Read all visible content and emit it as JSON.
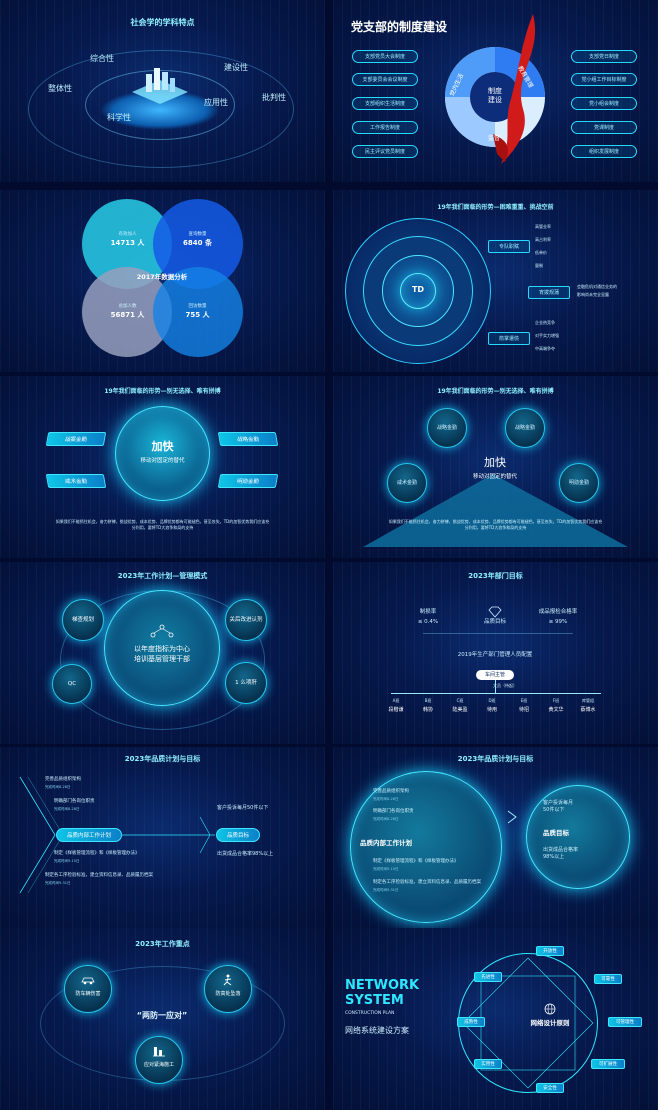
{
  "s1": {
    "title": "社会学的学科特点",
    "labels": [
      "综合性",
      "建设性",
      "整体性",
      "应用性",
      "批判性",
      "科学性"
    ]
  },
  "s2": {
    "title": "党支部的制度建设",
    "left": [
      "支部党员大会制度",
      "支部委员会会议制度",
      "支部组织生活制度",
      "工作报告制度",
      "民主评议党员制度"
    ],
    "right": [
      "支部党日制度",
      "党小组工作目标制度",
      "党小组会制度",
      "党课制度",
      "组织发展制度"
    ],
    "ring": [
      "党内生活",
      "教育管理",
      "监督"
    ],
    "center": "制度\n建设"
  },
  "s3": {
    "center": "2017年数据分析",
    "cells": [
      {
        "k": "有效加人",
        "v": "14713 人"
      },
      {
        "k": "查询数量",
        "v": "6840 条"
      },
      {
        "k": "总加人数",
        "v": "56871 人"
      },
      {
        "k": "回访数量",
        "v": "755 人"
      }
    ]
  },
  "s4": {
    "title": "19年我们面临的形势—困难重重、挑战空前",
    "center": "TD",
    "tags": [
      "专队职赋",
      "宵拨规蒲",
      "箭掌遣债"
    ],
    "g1": [
      "高管业率",
      "高占利率",
      "低单价",
      "量制"
    ],
    "g2": [
      "会融危机对通信业务的",
      "影响尚未完全显露"
    ],
    "g3": [
      "企业热竞争",
      "对手实力增强",
      "中高端争夺"
    ]
  },
  "s5": {
    "title": "19年我们面临的形势—别无选择、唯有拼搏",
    "big": "加快",
    "sub": "移动对固定的替代",
    "tags": [
      "战案金勤",
      "战略金勤",
      "咸术金勤",
      "明勋金勤"
    ],
    "foot": "如果我们不能抓住机会，奋力拼搏，挑战优势、成本优势、品牌优势都有可能褪色，甚至丧失，TD的加智优势我们应该充分利用，要将TD大浪争和局的支持"
  },
  "s6": {
    "title": "19年我们面临的形势—别无选择、唯有拼搏",
    "big": "加快",
    "sub": "移动对固定的替代",
    "tags": [
      "战略金勤",
      "战略金勤",
      "咸术金勤",
      "明勋金勤"
    ],
    "foot": "如果我们不能抓住机会，奋力拼搏，挑战优势、成本优势、品牌优势都有可能褪色，甚至丧失，TD的加智优势我们应该充分利用，要将TD大浪争和局的支持"
  },
  "s7": {
    "title": "2023年工作计划—管理模式",
    "main": "以年度指标为中心\n培训基层管理干部",
    "nodes": [
      "梯查规划",
      "关后改进认剂",
      "QC",
      "1 么项肝"
    ]
  },
  "s8": {
    "title": "2023年部门目标",
    "m1": "制损率",
    "v1": "≤ 0.4%",
    "mc": "品质目标",
    "m2": "成品报检合格率",
    "v2": "≥ 99%",
    "sub": "2019年生产部门管理人员配置",
    "root": "车间主管",
    "mid": "文员（待起）",
    "cols": [
      {
        "k": "A班",
        "v": "段楷谦"
      },
      {
        "k": "B班",
        "v": "韩协"
      },
      {
        "k": "C班",
        "v": "陆美盈"
      },
      {
        "k": "D班",
        "v": "待用"
      },
      {
        "k": "E班",
        "v": "待招"
      },
      {
        "k": "F班",
        "v": "黄文华"
      },
      {
        "k": "库管组",
        "v": "蔡博水"
      }
    ]
  },
  "s9": {
    "title": "2023年品质计划与目标",
    "left": [
      {
        "t": "完善品质组织架构",
        "d": "完成时间8-28日"
      },
      {
        "t": "明确部门各岗位职责",
        "d": "完成时间8-28日"
      },
      {
        "t": "制定《样板管理流程》和《样板管理办法》",
        "d": "完成时间9-15日"
      },
      {
        "t": "制定各工序检验标准，建立资料信息录、品质履历档案",
        "d": "完成时间9-31日"
      }
    ],
    "c1": "品质内部工作计划",
    "c2": "品质目标",
    "r1": "客户投诉每月50件以下",
    "r2": "出货成品合格率98%以上"
  },
  "s10": {
    "title": "2023年品质计划与目标",
    "left": [
      {
        "t": "完善品质组织架构",
        "d": "完成时间8-28日"
      },
      {
        "t": "明确部门各岗位职责",
        "d": "完成时间8-28日"
      },
      {
        "t": "制定《样板管理流程》和《样板管理办法》",
        "d": "完成时间9-15日"
      },
      {
        "t": "制定各工序检验标准，建立资料信息录、品质履历档案",
        "d": "完成时间9-31日"
      }
    ],
    "c1": "品质内部工作计划",
    "c2": "品质目标",
    "r1": "客户投诉每月\n50件以下",
    "r2": "出货成品合格率\n98%以上"
  },
  "s11": {
    "title": "2023年工作重点",
    "center": "“两防一应对”",
    "nodes": [
      "防车辆伤害",
      "防高处坠落",
      "应对紧海施工"
    ]
  },
  "s12": {
    "h1": "NETWORK",
    "h2": "SYSTEM",
    "h3": "CONSTRUCTION PLAN",
    "cn": "网络系统建设方案",
    "center": "网络设计原则",
    "tags": [
      "开放性",
      "可靠性",
      "可管理性",
      "可扩展性",
      "安全性",
      "实用性",
      "成熟性",
      "先进性"
    ]
  },
  "colors": {
    "cyan": "#2ee6ff",
    "bg": "#06194d",
    "red": "#d11b1b"
  }
}
